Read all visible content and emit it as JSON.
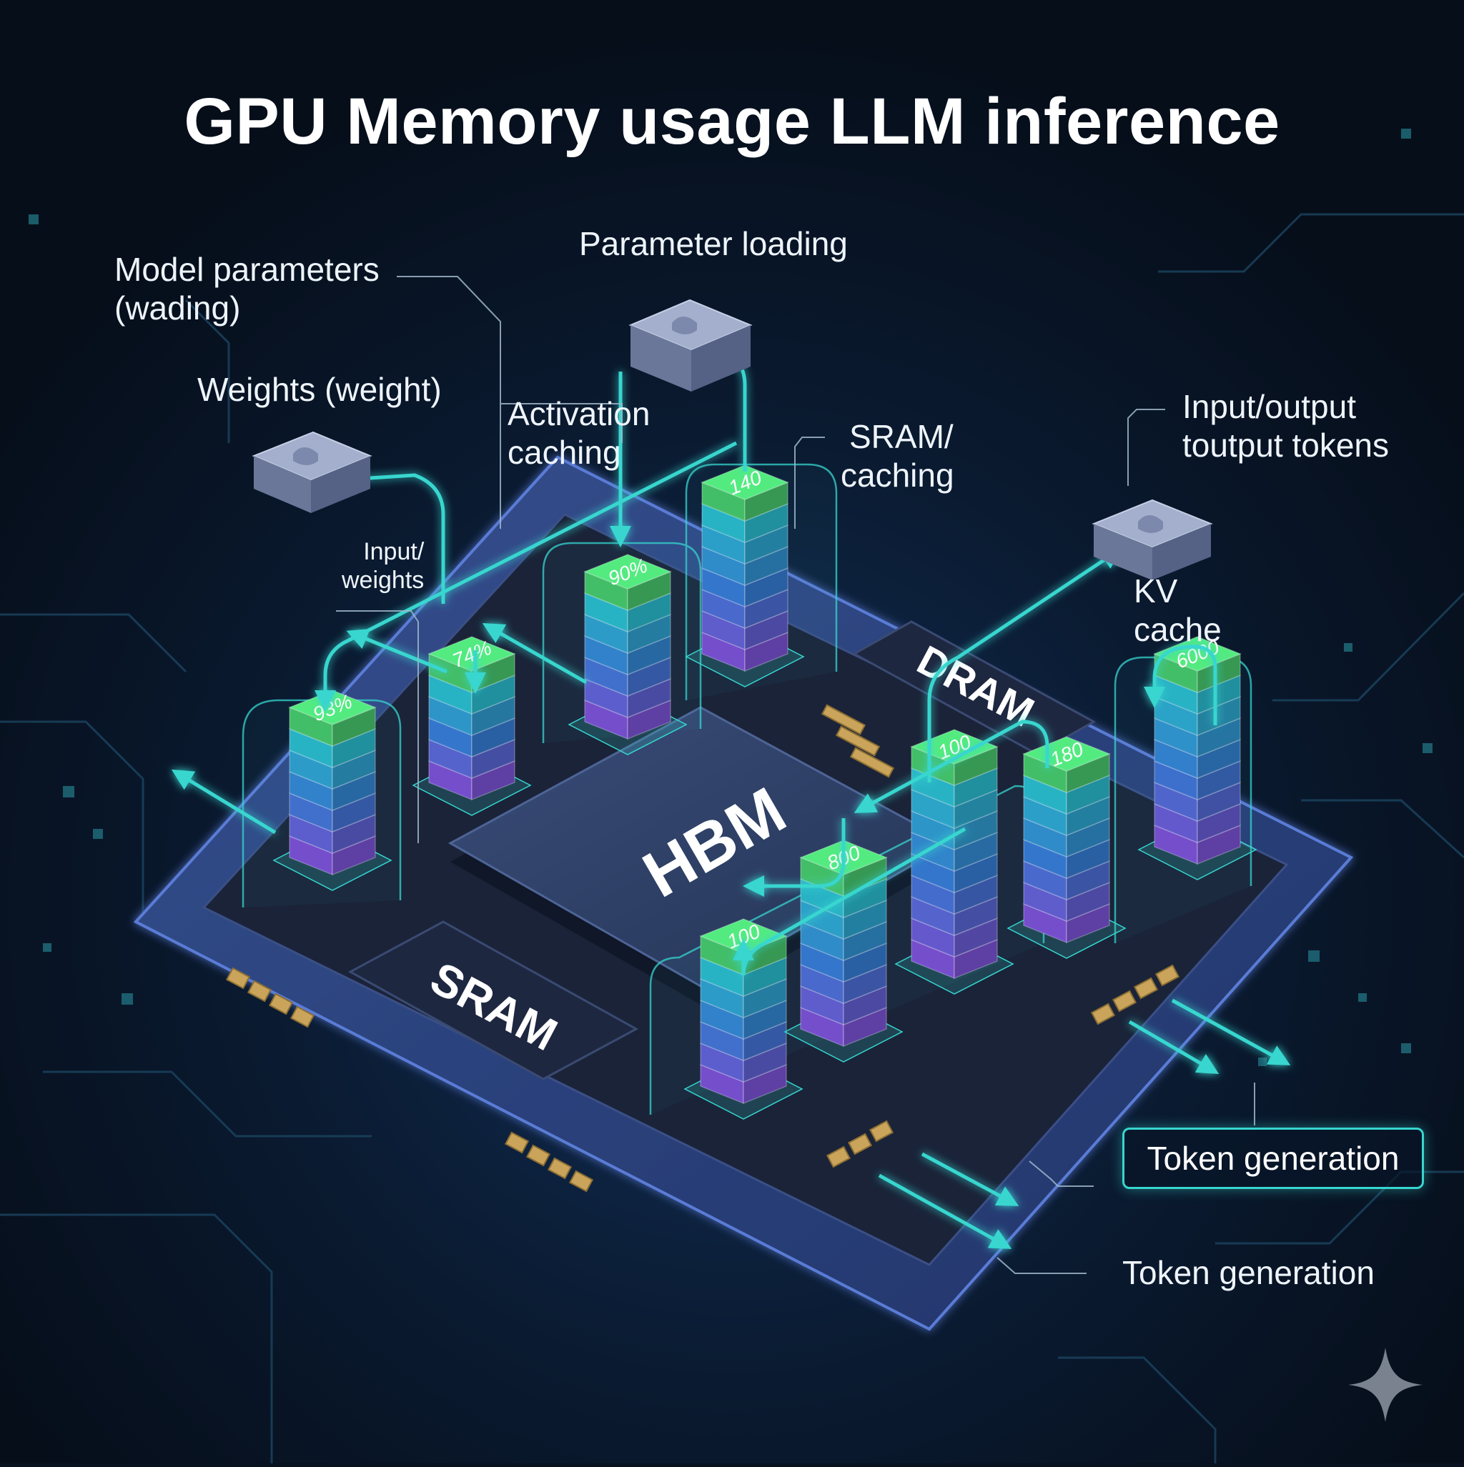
{
  "title": "GPU Memory usage LLM inference",
  "labels": {
    "model_parameters": [
      "Model parameters",
      "(wading)"
    ],
    "parameter_loading": "Parameter loading",
    "weights": "Weights (weight)",
    "activation_caching": [
      "Activation",
      "caching"
    ],
    "sram_caching": [
      "SRAM/",
      "caching"
    ],
    "input_output_tokens": [
      "Input/output",
      "toutput tokens"
    ],
    "input_weights": [
      "Input/",
      "weights"
    ],
    "kv_cache": [
      "KV",
      "cache"
    ],
    "token_generation_box": "Token generation",
    "token_generation": "Token generation"
  },
  "chips": {
    "hbm": "HBM",
    "sram": "SRAM",
    "dram": "DRAM"
  },
  "stacks": [
    {
      "id": "stack-1",
      "label": "93%"
    },
    {
      "id": "stack-2",
      "label": "74%"
    },
    {
      "id": "stack-3",
      "label": "90%"
    },
    {
      "id": "stack-4",
      "label": "140"
    },
    {
      "id": "stack-5",
      "label": "100"
    },
    {
      "id": "stack-6",
      "label": "800"
    },
    {
      "id": "stack-7",
      "label": "100"
    },
    {
      "id": "stack-8",
      "label": "180"
    },
    {
      "id": "stack-9",
      "label": "6000"
    }
  ],
  "colors": {
    "background": "#07111f",
    "accent": "#37d6cf",
    "board": "#2c3f78",
    "die": "#2b3a5e",
    "top_block": "#4fe07a",
    "stack_gradient": [
      "#2fd3e8",
      "#3d8bf0",
      "#8a5cf0"
    ]
  }
}
